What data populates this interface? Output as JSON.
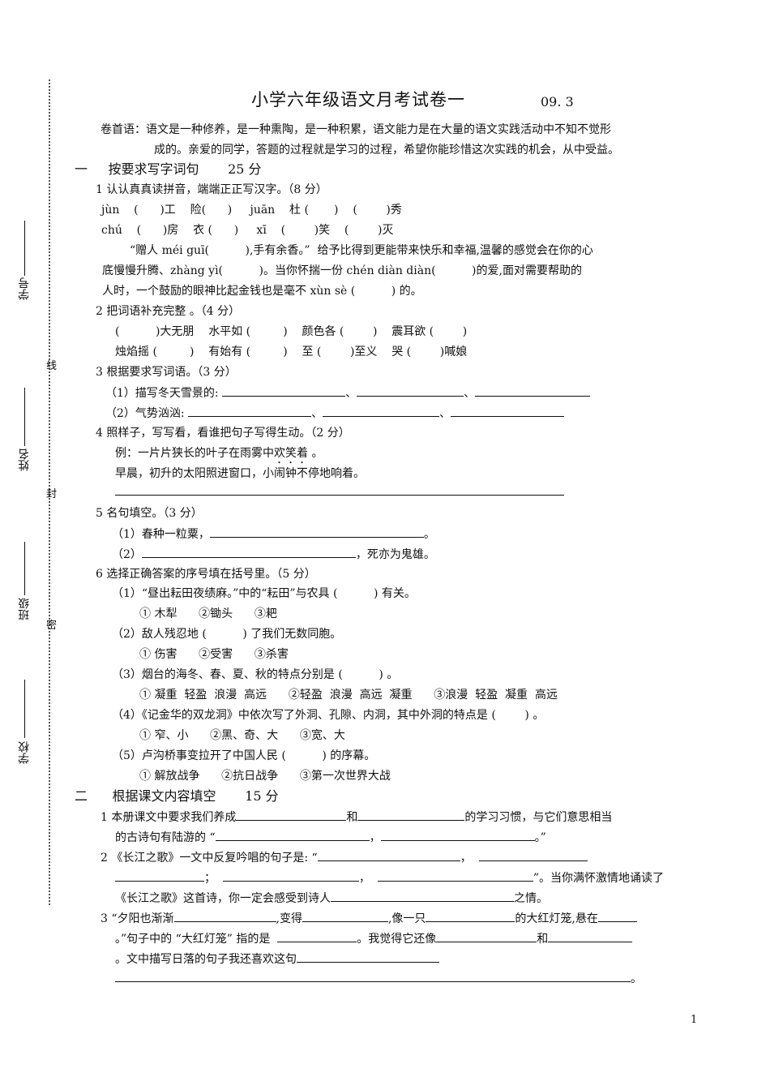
{
  "header": {
    "title": "小学六年级语文月考试卷一",
    "code": "09. 3"
  },
  "preface": {
    "line1": "卷首语：语文是一种修养，是一种熏陶，是一种积累，语文能力是在大量的语文实践活动中不知不觉形",
    "line2": "成的。亲爱的同学，答题的过程就是学习的过程，希望你能珍惜这次实践的机会，从中受益。"
  },
  "sidebar": {
    "labels": [
      "学号",
      "姓名",
      "班级",
      "学校"
    ],
    "seal_chars": [
      "线",
      "封",
      "密"
    ]
  },
  "section1": {
    "number": "一",
    "title": "按要求写字词句",
    "score": "25 分",
    "q1": {
      "head": "1 认认真真读拼音，端端正正写汉字。（8 分）",
      "row1": "jùn    (      )工    险(      )     juān    杜 (       )    (        )秀",
      "row2": "chú    (      )房    衣 (      )     xī    (        )笑    (        )灭",
      "para1": "“赠人 méi guī(          ),手有余香。”  给予比得到更能带来快乐和幸福,温馨的感觉会在你的心",
      "para2": "底慢慢升腾、zhàng yì(          )。当你怀揣一份 chén diàn diàn(          )的爱,面对需要帮助的",
      "para3": "人时，一个鼓励的眼神比起金钱也是毫不 xùn sè (          ) 的。"
    },
    "q2": {
      "head": "2  把词语补充完整 。（4 分）",
      "row1": "(          )大无朋    水平如 (         )    颜色各 (        )    震耳欲 (        )",
      "row2": "烛焰摇 (         )    有始有 (         )    至 (        )至义    哭 (        )喊娘"
    },
    "q3": {
      "head": "3  根据要求写词语。（3 分）",
      "row1_label": "（1）描写冬天雪景的:",
      "row2_label": "（2）气势汹汹:",
      "sep": "、"
    },
    "q4": {
      "head": "4  照样子，写写看，看谁把句子写得生动。（2 分）",
      "example_prefix": "例：一片片狭长的叶子在雨雾中",
      "example_emph": "欢笑着",
      "example_suffix": " 。",
      "task": "早晨，初升的太阳照进窗口，小闹钟不停地响着。"
    },
    "q5": {
      "head": "5  名句填空。（3 分）",
      "row1_label": "（1）春种一粒粟，",
      "row1_end": "。",
      "row2_label": "（2）",
      "row2_end": "，死亦为鬼雄。"
    },
    "q6": {
      "head": "6  选择正确答案的序号填在括号里。（5 分）",
      "s1": "（1）“昼出耘田夜绩麻。”中的“耘田”与农具 (          ) 有关。",
      "s1_opts": "① 木犁      ②锄头      ③耙",
      "s2": "（2）敌人残忍地 (          ) 了我们无数同胞。",
      "s2_opts": "① 伤害      ②受害      ③杀害",
      "s3": "（3）烟台的海冬、春、夏、秋的特点分别是 (          ) 。",
      "s3_opts": "① 凝重  轻盈  浪漫  高远      ②轻盈  浪漫  高远  凝重      ③浪漫  轻盈  凝重  高远",
      "s4": "（4）《记金华的双龙洞》中依次写了外洞、孔隙、内洞，其中外洞的特点是 (        ) 。",
      "s4_opts": "① 窄、小      ②黑、奇、大      ③宽、大",
      "s5": "（5）卢沟桥事变拉开了中国人民 (          ) 的序幕。",
      "s5_opts": "① 解放战争      ②抗日战争      ③第一次世界大战"
    }
  },
  "section2": {
    "number": "二",
    "title": "根据课文内容填空",
    "score": "15 分",
    "q1": {
      "p1": "1  本册课文中要求我们养成",
      "p2": "和",
      "p3": "的学习习惯，与它们意思相当",
      "p4": "的古诗句有陆游的 “",
      "p5": "，",
      "p6": "。”"
    },
    "q2": {
      "p1": "2 《长江之歌》一文中反复吟唱的句子是: “",
      "p2": "，",
      "p3": "；",
      "p4": "，",
      "p5": "”。当你满怀激情地诵读了",
      "p6": "《长江之歌》这首诗，你一定会感受到诗人",
      "p7": "之情。"
    },
    "q3": {
      "p1": "3  “夕阳也渐渐",
      "p2": ",变得",
      "p3": ",像一只",
      "p4": "的大红灯笼,悬在",
      "p5": "。”句子中的 “大红灯笼” 指的是",
      "p6": "。我觉得它还像",
      "p7": "和",
      "p8": "。文中描写日落的句子我还喜欢这句",
      "p9": "。"
    }
  },
  "footer": {
    "page": "1"
  }
}
